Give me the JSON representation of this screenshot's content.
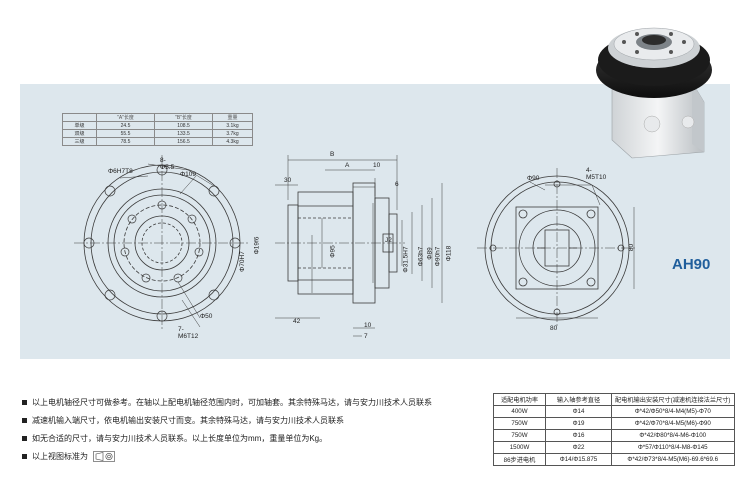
{
  "model": "AH90",
  "length_table": {
    "headers": [
      "",
      "\"A\"长度",
      "\"B\"长度",
      "重量"
    ],
    "rows": [
      [
        "单级",
        "24.5",
        "108.5",
        "3.1kg"
      ],
      [
        "双级",
        "55.5",
        "133.5",
        "3.7kg"
      ],
      [
        "三级",
        "78.5",
        "156.5",
        "4.3kg"
      ]
    ]
  },
  "front_view": {
    "hole_label": "8-Φ5.5",
    "fit_label": "Φ6H7T8",
    "pcd_label": "Φ109",
    "center_label": "Φ50",
    "thread_label": "7-M6T12"
  },
  "side_view": {
    "b": "B",
    "a": "A",
    "d30": "30",
    "d10a": "10",
    "d6": "6",
    "d42": "42",
    "d10b": "10",
    "d7": "7",
    "d70h7": "Φ70H7",
    "d19f6": "Φ19f6",
    "d95": "Φ95",
    "key": "J2",
    "d31": "Φ31.5H7",
    "d63": "Φ63h7",
    "d89": "Φ89",
    "d90": "Φ90h7",
    "d118": "Φ118"
  },
  "rear_view": {
    "thread_label": "4-M5T10",
    "pcd_label": "Φ90",
    "width_label": "80",
    "height_label": "80"
  },
  "notes": [
    "以上电机轴径尺寸可做参考。在轴以上配电机轴径范围内时，可加轴套。其余特殊马达，请与安力川技术人员联系",
    "减速机输入端尺寸，依电机输出安装尺寸而变。其余特殊马达，请与安力川技术人员联系",
    "如无合适的尺寸，请与安力川技术人员联系。以上长度单位为mm，重量单位为Kg。",
    "以上视图标准为"
  ],
  "motor_table": {
    "headers": [
      "适配电机功率",
      "输入轴参考直径",
      "配电机输出安装尺寸(减速机连接法兰尺寸)"
    ],
    "rows": [
      [
        "400W",
        "Φ14",
        "Φ*42/Φ50*8/4-M4(M5)-Φ70"
      ],
      [
        "750W",
        "Φ19",
        "Φ*42/Φ70*8/4-M5(M6)-Φ90"
      ],
      [
        "750W",
        "Φ16",
        "Φ*42/Φ80*8/4-M6-Φ100"
      ],
      [
        "1500W",
        "Φ22",
        "Φ*57/Φ110*8/4-M8-Φ145"
      ],
      [
        "86步进电机",
        "Φ14/Φ15.875",
        "Φ*42/Φ73*8/4-M5(M6)-69.6*69.6"
      ]
    ]
  },
  "colors": {
    "panel": "#dde7ed",
    "accent": "#1f5e9c",
    "line": "#3a3a3a"
  }
}
